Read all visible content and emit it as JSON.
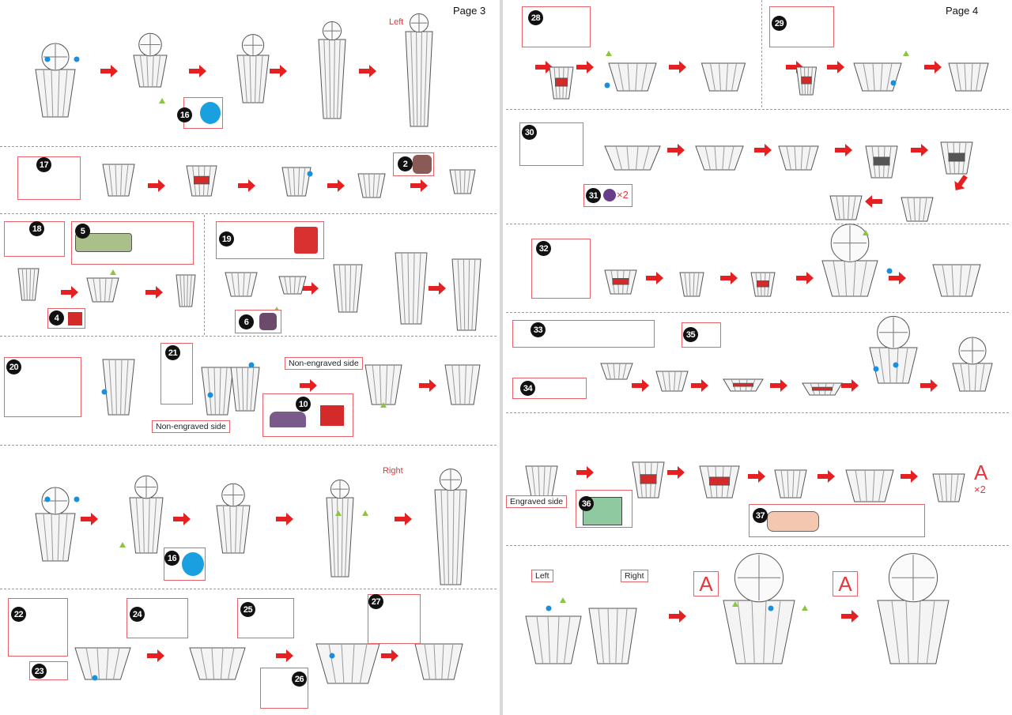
{
  "pages": [
    {
      "label": "Page 3",
      "side_labels": {
        "top": "Left",
        "bottom": "Right"
      }
    },
    {
      "label": "Page 4"
    }
  ],
  "steps": {
    "s16": "16",
    "s16b": "16",
    "s17": "17",
    "s2": "2",
    "s18": "18",
    "s5": "5",
    "s4": "4",
    "s19": "19",
    "s6": "6",
    "s20": "20",
    "s21": "21",
    "s10": "10",
    "s22": "22",
    "s23": "23",
    "s24": "24",
    "s25": "25",
    "s26": "26",
    "s27": "27",
    "s28": "28",
    "s29": "29",
    "s30": "30",
    "s31": "31",
    "s32": "32",
    "s33": "33",
    "s34": "34",
    "s35": "35",
    "s36": "36",
    "s37": "37"
  },
  "labels": {
    "non_engraved_top": "Non-engraved side",
    "non_engraved_bottom": "Non-engraved side",
    "engraved": "Engraved side",
    "times_two_31": "×2",
    "assembly_a": "A",
    "assembly_a_times": "×2",
    "final_left": "Left",
    "final_right": "Right",
    "final_a_left": "A",
    "final_a_right": "A"
  },
  "colors": {
    "arrow": "#e62020",
    "box_outline": "#e8626a",
    "part_blue": "#1aa0e0",
    "part_brown": "#8a5a55",
    "part_green": "#a9c08a",
    "part_red": "#d42a2a",
    "part_purple": "#6b4a6b",
    "part_violet": "#6a3d8a",
    "part_mint": "#8fc9a0",
    "part_peach": "#f4c7b0"
  }
}
